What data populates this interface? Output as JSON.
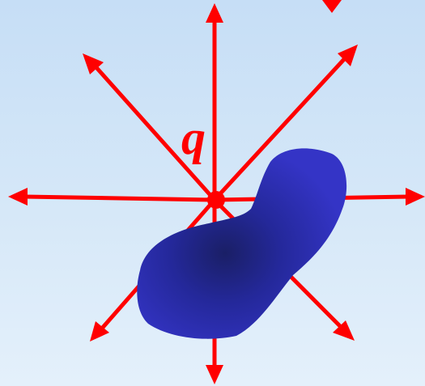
{
  "charge": {
    "label": "q"
  },
  "colors": {
    "background_top": "#c6def6",
    "background_bottom": "#e4f0fb",
    "field_lines": "#ff0000",
    "charge_point": "#ff0000",
    "blob_center": "#1a1f66",
    "blob_edge": "#3434c6"
  },
  "field_lines": {
    "count_visible": 9,
    "directions": [
      "up",
      "up-right",
      "right",
      "down-right",
      "down",
      "down-left",
      "left",
      "up-left",
      "top-right-partial"
    ]
  }
}
